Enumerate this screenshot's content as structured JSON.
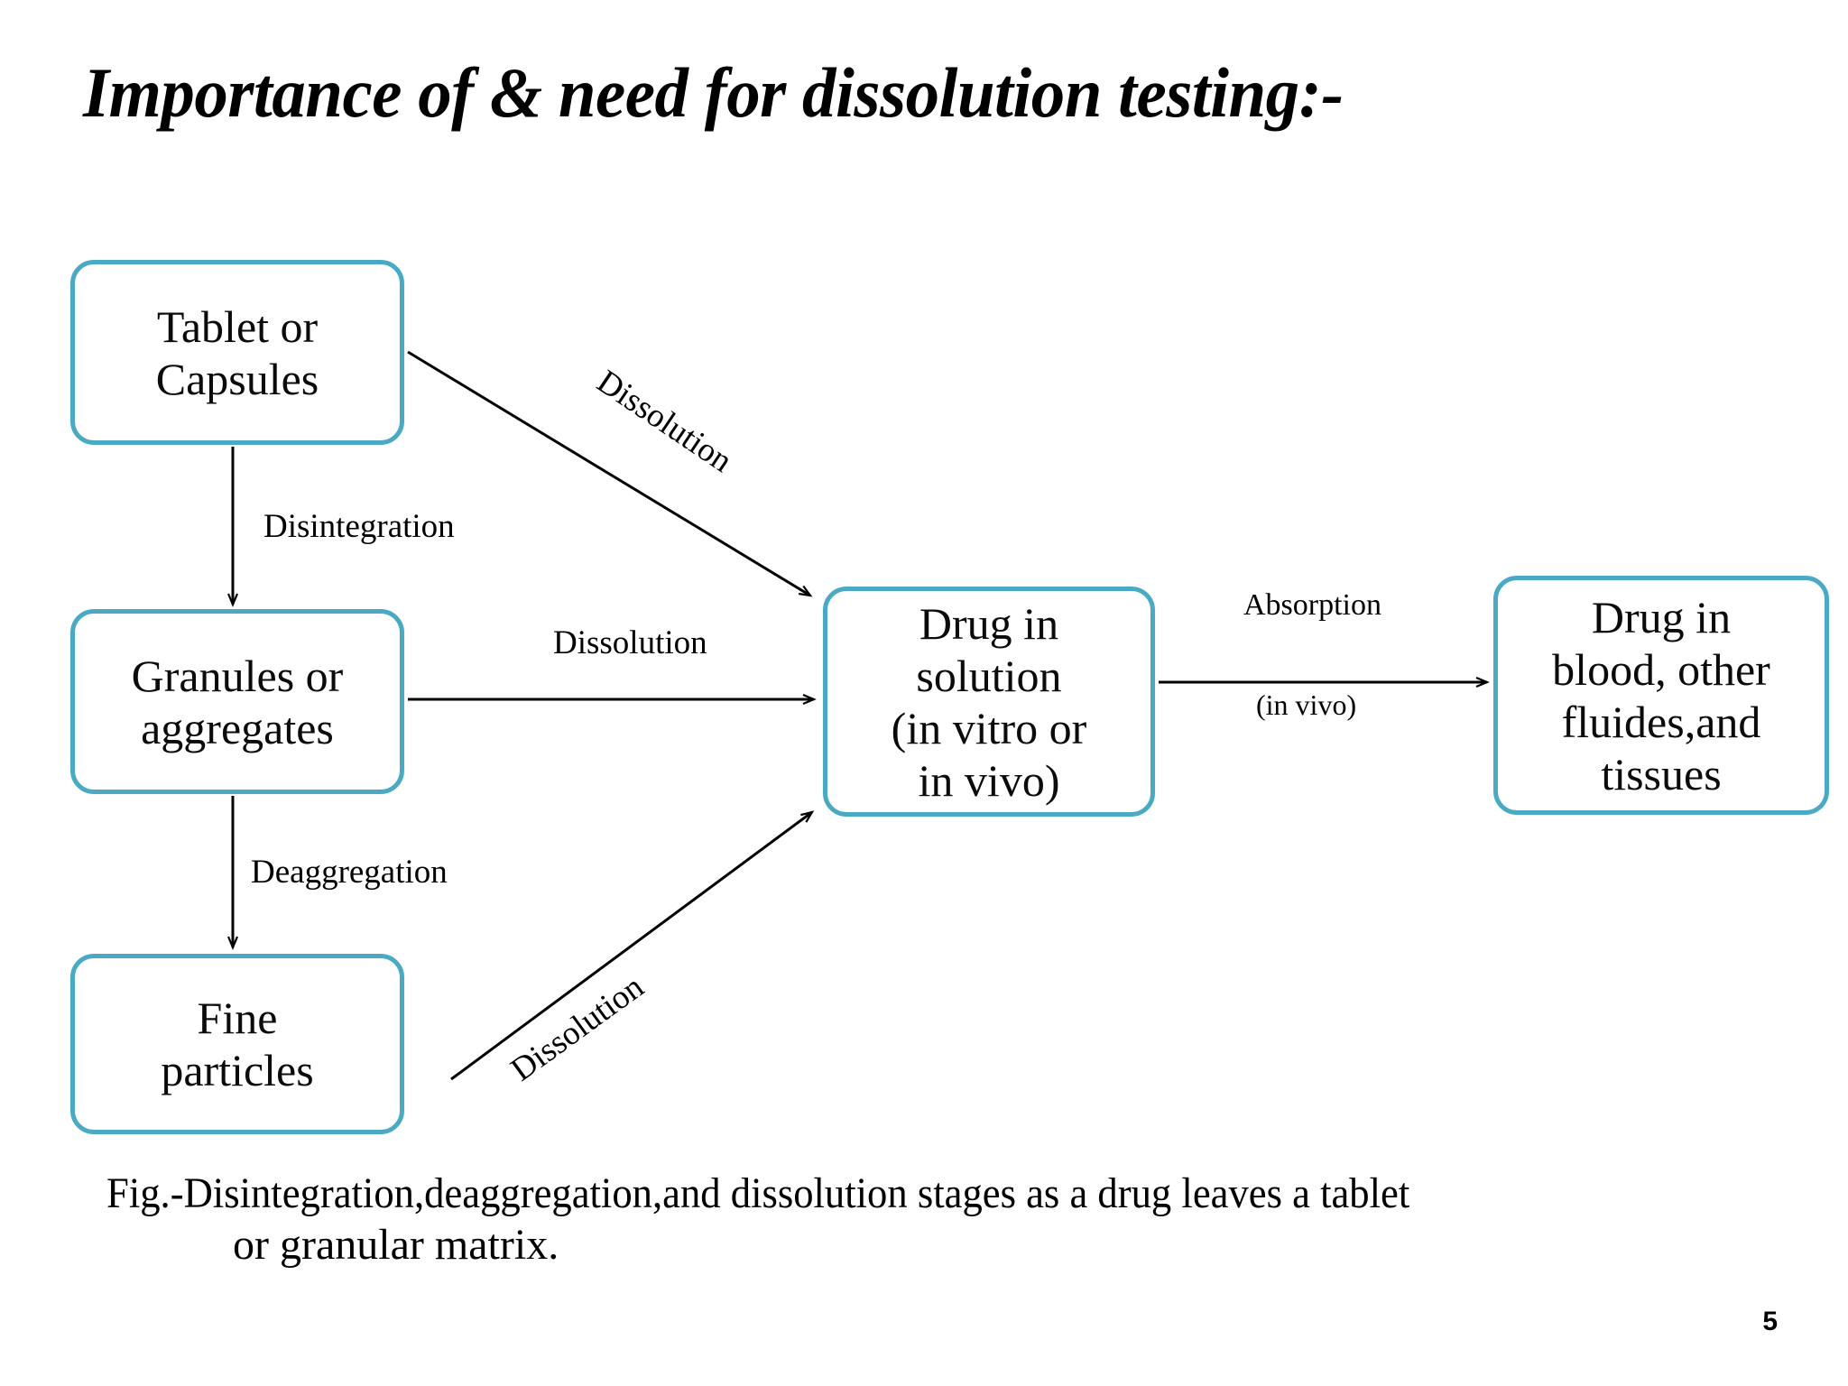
{
  "slide": {
    "title": "Importance of & need  for dissolution testing:-",
    "page_number": "5",
    "background_color": "#ffffff",
    "accent_color": "#4aaac4",
    "text_color": "#000000"
  },
  "diagram": {
    "type": "flowchart",
    "nodes": [
      {
        "id": "tablet",
        "label": "Tablet or\nCapsules"
      },
      {
        "id": "granules",
        "label": "Granules or\naggregates"
      },
      {
        "id": "fine",
        "label": "Fine\nparticles"
      },
      {
        "id": "solution",
        "label": "Drug in\nsolution\n(in vitro or\nin vivo)"
      },
      {
        "id": "blood",
        "label": "Drug in\nblood, other\nfluides,and\ntissues"
      }
    ],
    "edges": [
      {
        "id": "e1",
        "from": "tablet",
        "to": "granules",
        "label": "Disintegration"
      },
      {
        "id": "e2",
        "from": "granules",
        "to": "fine",
        "label": "Deaggregation"
      },
      {
        "id": "e3",
        "from": "tablet",
        "to": "solution",
        "label": "Dissolution"
      },
      {
        "id": "e4",
        "from": "granules",
        "to": "solution",
        "label": "Dissolution"
      },
      {
        "id": "e5",
        "from": "fine",
        "to": "solution",
        "label": "Dissolution"
      },
      {
        "id": "e6",
        "from": "solution",
        "to": "blood",
        "label": "Absorption",
        "sublabel": "(in vivo)"
      }
    ]
  },
  "caption": {
    "line1": "Fig.-Disintegration,deaggregation,and dissolution stages as a drug leaves a tablet",
    "line2": "or granular matrix."
  }
}
